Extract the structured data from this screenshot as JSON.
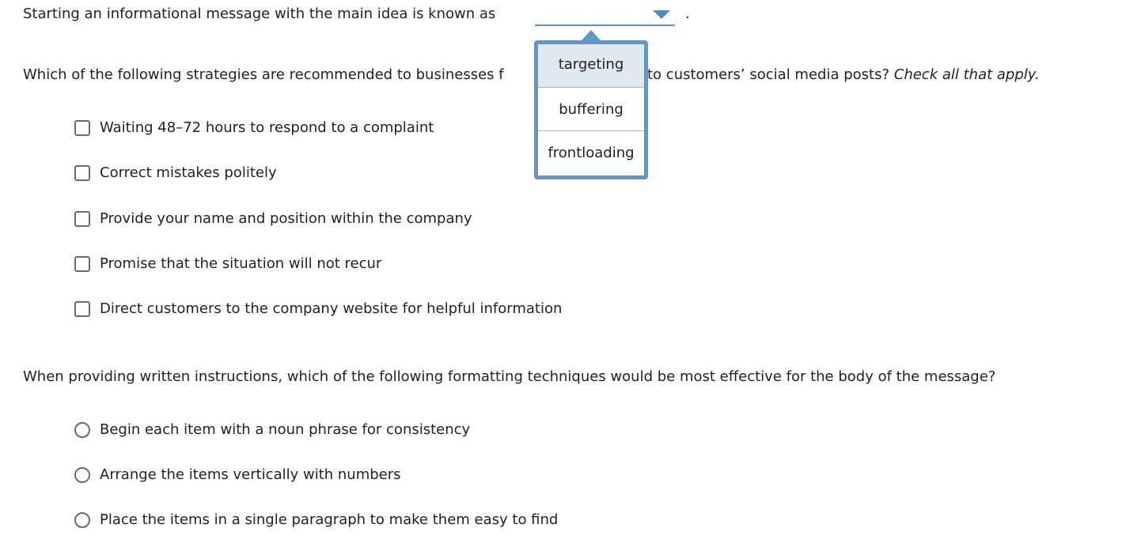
{
  "question1": {
    "text": "Starting an informational message with the main idea is known as",
    "period": ".",
    "dropdown": {
      "selected": "",
      "options": [
        "targeting",
        "buffering",
        "frontloading"
      ]
    }
  },
  "question2": {
    "text_start": "Which of the following strategies are recommended to businesses f",
    "text_end": "to customers’ social media posts?",
    "instruction": "Check all that apply.",
    "options": [
      "Waiting 48–72 hours to respond to a complaint",
      "Correct mistakes politely",
      "Provide your name and position within the company",
      "Promise that the situation will not recur",
      "Direct customers to the company website for helpful information"
    ]
  },
  "question3": {
    "text": "When providing written instructions, which of the following formatting techniques would be most effective for the body of the message?",
    "options": [
      "Begin each item with a noun phrase for consistency",
      "Arrange the items vertically with numbers",
      "Place the items in a single paragraph to make them easy to find"
    ]
  }
}
